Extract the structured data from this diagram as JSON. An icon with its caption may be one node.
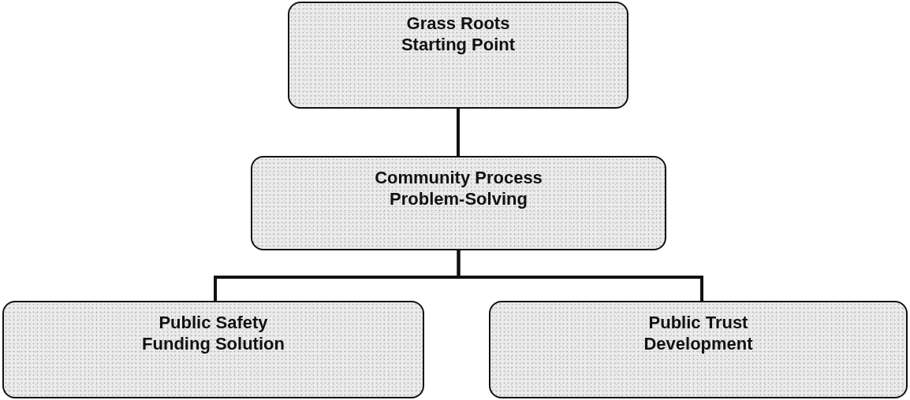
{
  "diagram": {
    "nodes": [
      {
        "text": [
          "Grass Roots Starting Point"
        ]
      },
      {
        "text": [
          "Community Process Problem-Solving"
        ]
      },
      {
        "text": [
          "Public Safety Funding Solution"
        ]
      },
      {
        "text": [
          "Public Trust Development"
        ]
      }
    ],
    "edges": [
      {
        "from": 0,
        "to": 1,
        "arrow": "none"
      },
      {
        "from": 1,
        "to": 2,
        "arrow": "none"
      },
      {
        "from": 1,
        "to": 3,
        "arrow": "none"
      }
    ]
  }
}
